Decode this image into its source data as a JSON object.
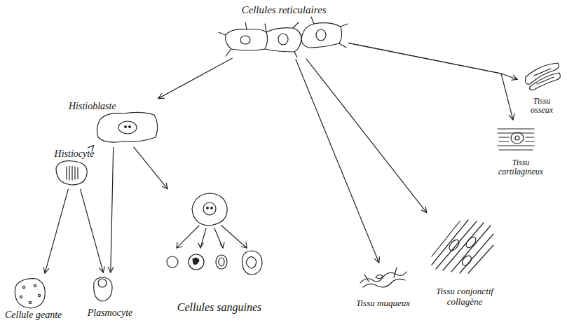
{
  "diagram": {
    "nodes": [
      {
        "text": [
          "Cellules reticulaires"
        ]
      },
      {
        "text": [
          "Histioblaste"
        ]
      },
      {
        "text": [
          "Histiocyte"
        ]
      },
      {
        "text": [
          "Cellule geante"
        ]
      },
      {
        "text": [
          "Plasmocyte"
        ]
      },
      {
        "text": [
          "Cellules sanguines"
        ]
      },
      {
        "text": [
          "Tissu muqueux"
        ]
      },
      {
        "text": [
          "Tissu conjonctif collagène"
        ]
      },
      {
        "text": [
          "Tissu osseux"
        ]
      },
      {
        "text": [
          "Tissu cartilagineux"
        ]
      }
    ],
    "edges": [
      {
        "from": 0,
        "to": 1,
        "arrow": "to"
      },
      {
        "from": 0,
        "to": 6,
        "arrow": "to"
      },
      {
        "from": 0,
        "to": 7,
        "arrow": "to"
      },
      {
        "from": 0,
        "to": 8,
        "arrow": "to"
      },
      {
        "from": 0,
        "to": 9,
        "arrow": "to"
      },
      {
        "from": 1,
        "to": 2,
        "arrow": "to"
      },
      {
        "from": 1,
        "to": 4,
        "arrow": "to"
      },
      {
        "from": 1,
        "to": 5,
        "arrow": "to"
      },
      {
        "from": 2,
        "to": 3,
        "arrow": "to"
      },
      {
        "from": 2,
        "to": 4,
        "arrow": "to"
      }
    ]
  }
}
